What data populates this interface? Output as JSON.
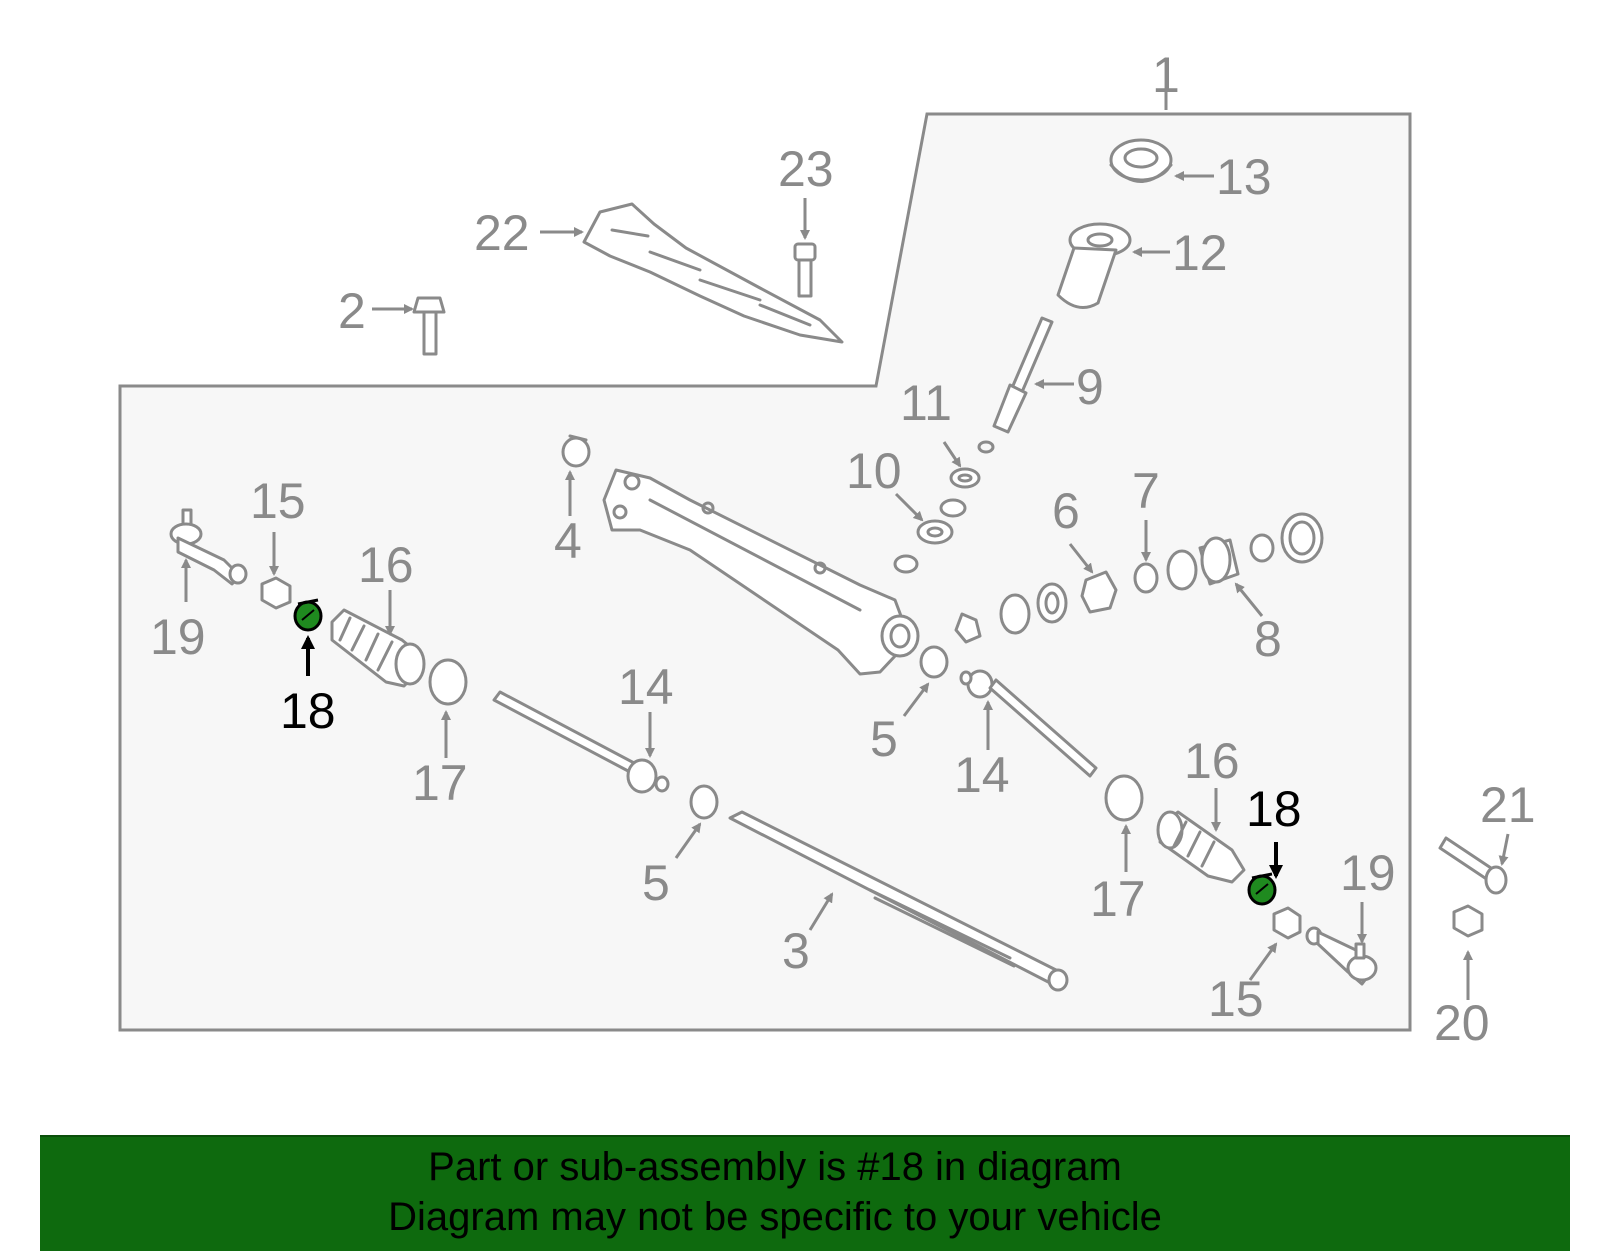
{
  "callouts": {
    "c1": "1",
    "c2": "2",
    "c3": "3",
    "c4": "4",
    "c5a": "5",
    "c5b": "5",
    "c6": "6",
    "c7": "7",
    "c8": "8",
    "c9": "9",
    "c10": "10",
    "c11": "11",
    "c12": "12",
    "c13": "13",
    "c14a": "14",
    "c14b": "14",
    "c15a": "15",
    "c15b": "15",
    "c16a": "16",
    "c16b": "16",
    "c17a": "17",
    "c17b": "17",
    "c18a": "18",
    "c18b": "18",
    "c19a": "19",
    "c19b": "19",
    "c20": "20",
    "c21": "21",
    "c22": "22",
    "c23": "23"
  },
  "colors": {
    "part_gray": "#8a8a8a",
    "panel_fill": "#f7f7f7",
    "highlight_green": "#1f8a1f",
    "banner_green": "#0e6a0e"
  },
  "banner": {
    "line1": "Part or sub-assembly is #18 in diagram",
    "line2": "Diagram may not be specific to your vehicle"
  }
}
